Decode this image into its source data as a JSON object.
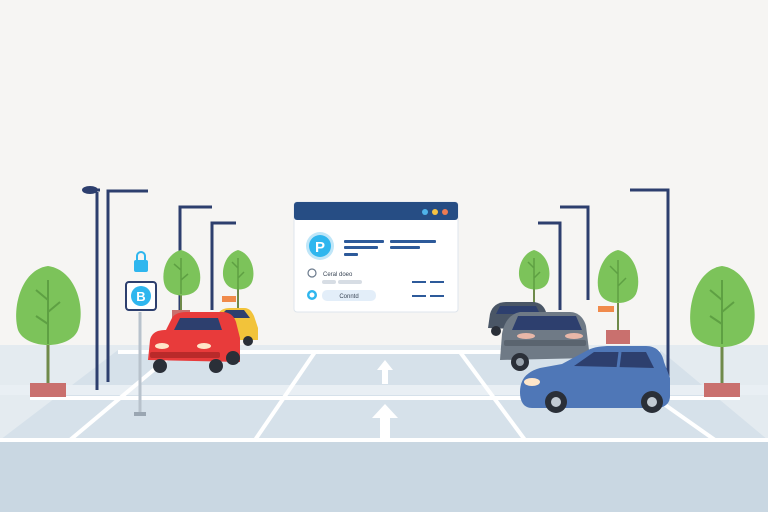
{
  "colors": {
    "background": "#f6f5f3",
    "lot_surface": "#dfe7ee",
    "lot_lines": "#ffffff",
    "road_front": "#c9d7e2",
    "pole_navy": "#2d3f6e",
    "window_bar": "#264d84",
    "parking_blue": "#2fb6ee",
    "tree_green": "#7cc35a",
    "planter": "#c9706e",
    "car_red": "#e83b3b",
    "car_yellow": "#f2c33a",
    "car_blue": "#4f77b7",
    "car_grey": "#6f7a86",
    "car_dark": "#4a5666"
  },
  "icons": {
    "window_badge": "parking-p-icon",
    "sign_top": "lock-icon",
    "sign_main": "parking-p-icon",
    "arrows": "up-arrow-icon"
  },
  "window": {
    "dots": [
      "#4fb3ea",
      "#f5c243",
      "#ee7b52"
    ],
    "badge_text": "P",
    "row1_text": "Ceral doeo",
    "row2_text": "Conntd"
  },
  "sign": {
    "badge_text": "B"
  }
}
